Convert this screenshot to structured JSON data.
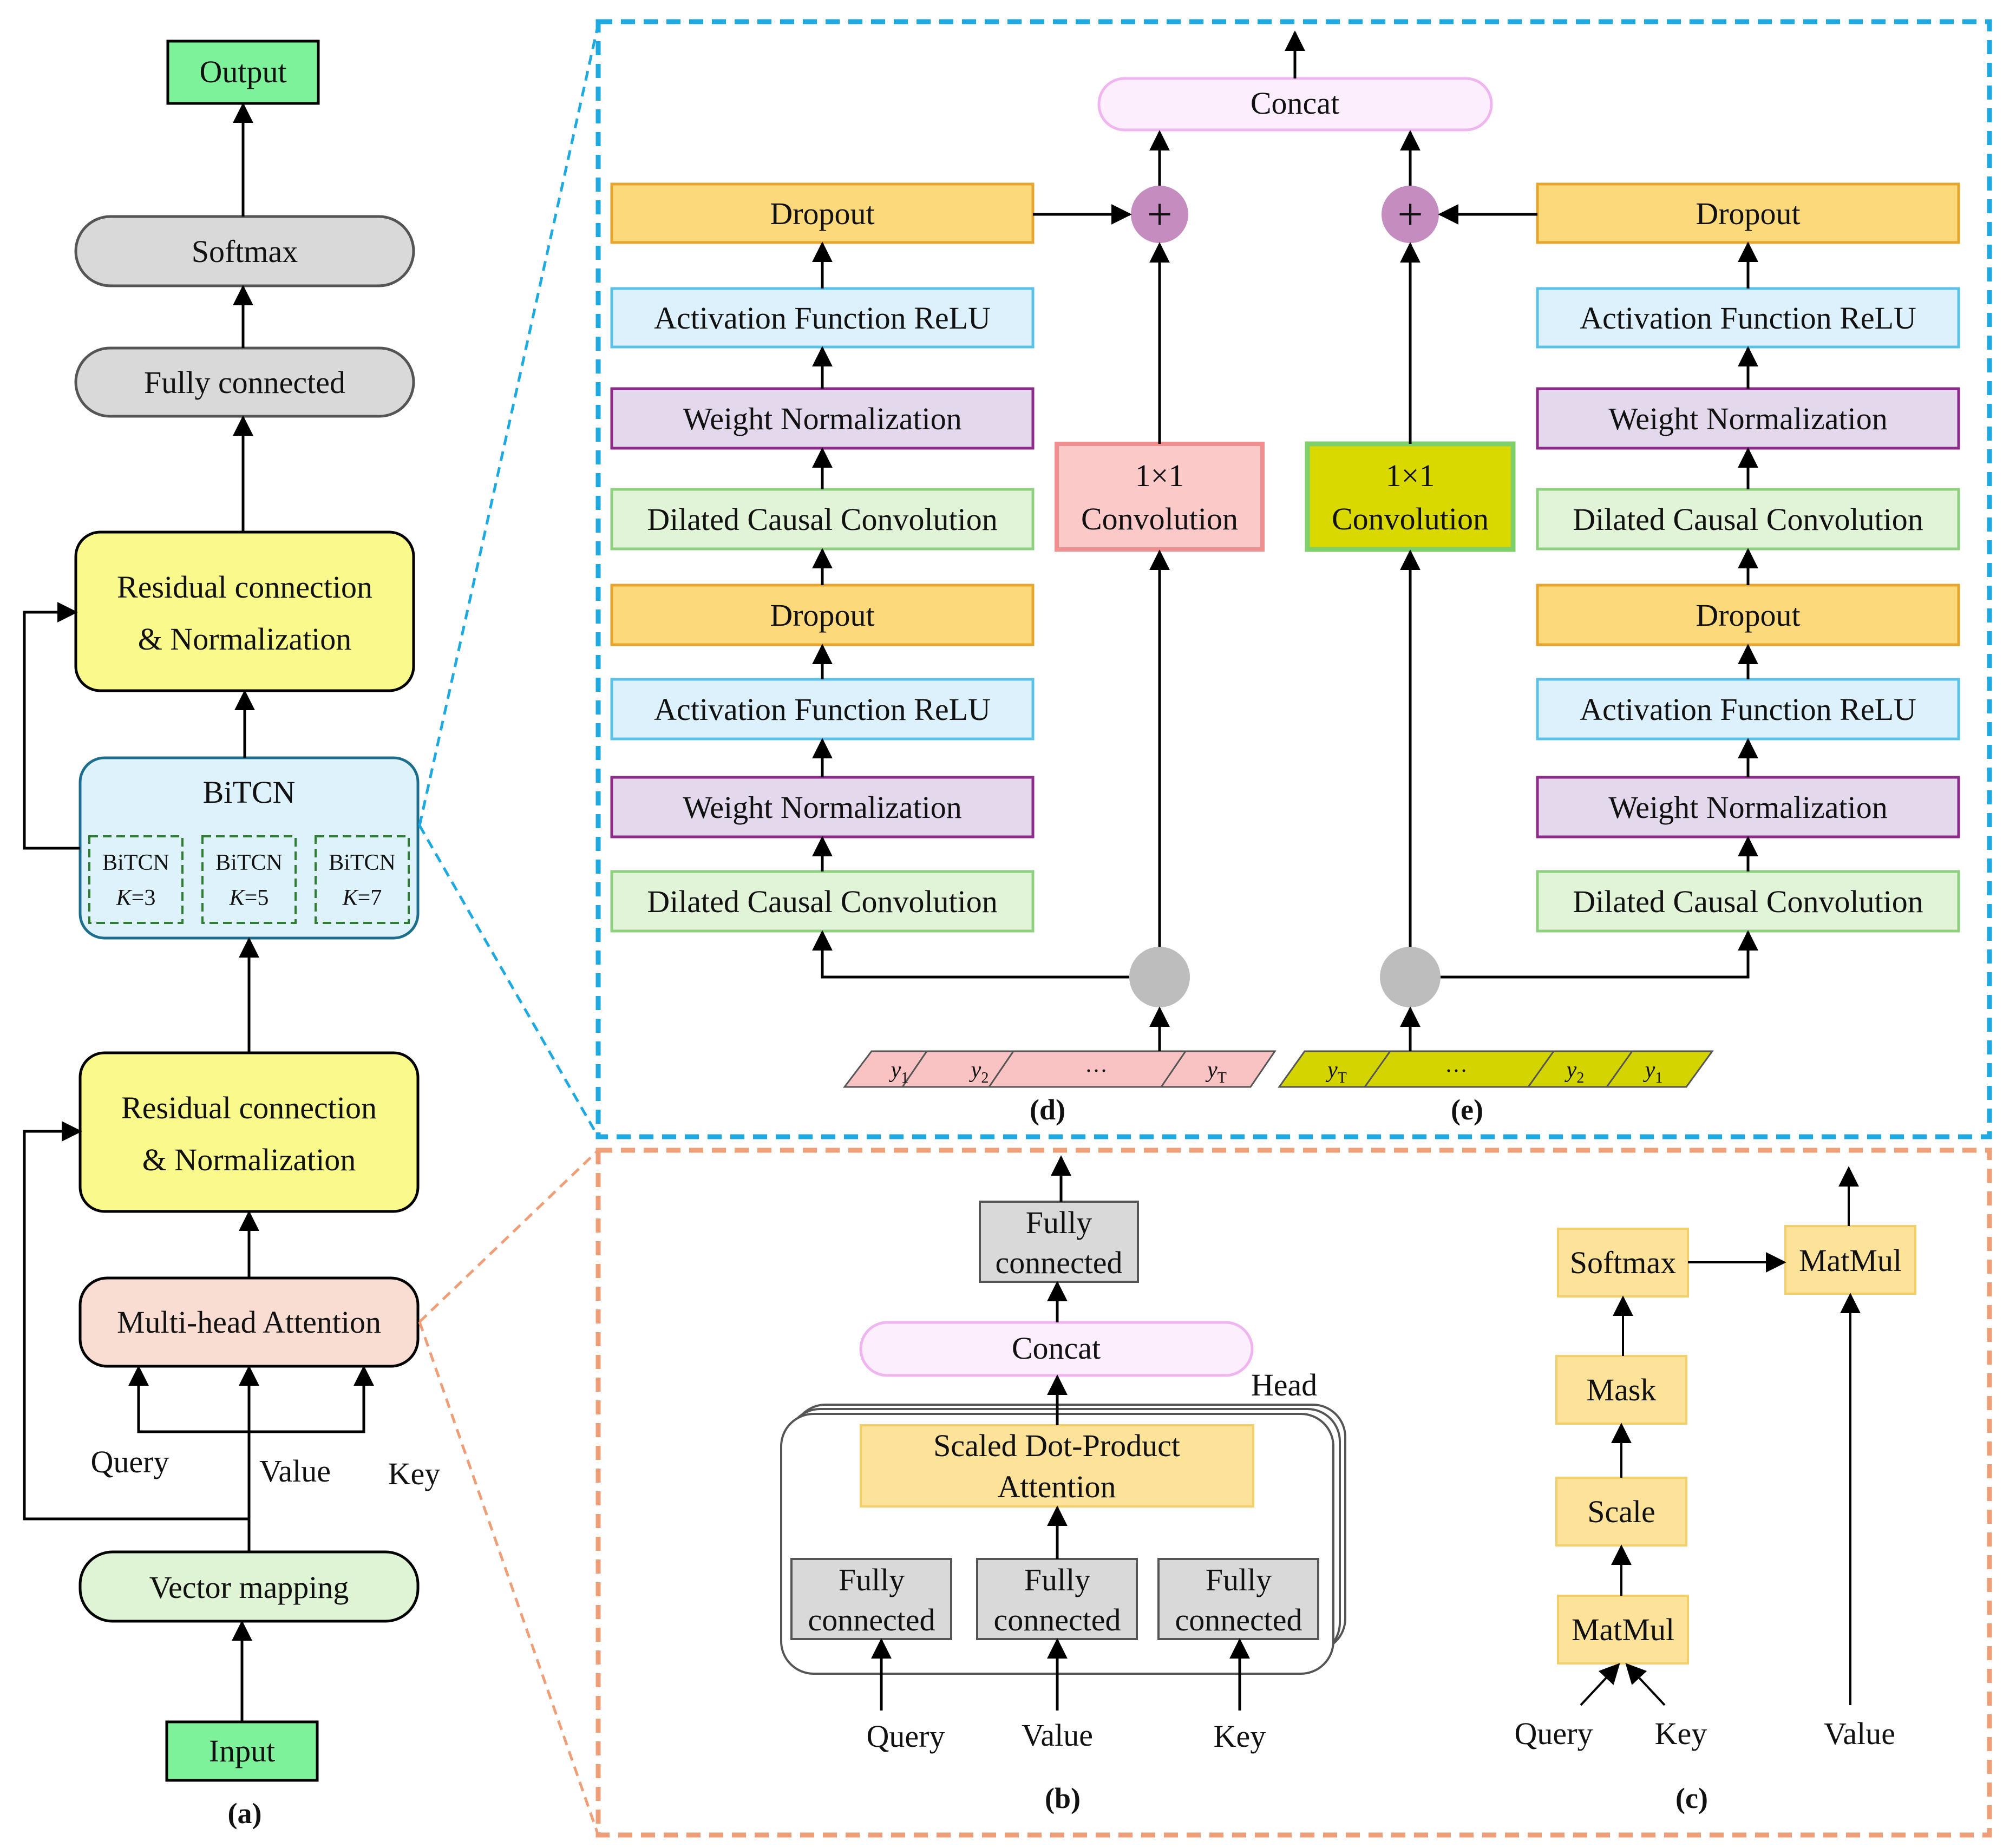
{
  "panel_a": {
    "output": "Output",
    "softmax": "Softmax",
    "fully_connected": "Fully connected",
    "residual_top_line1": "Residual connection",
    "residual_top_line2": "& Normalization",
    "bitcn": "BiTCN",
    "sub_bitcn": [
      {
        "name": "BiTCN",
        "k_var": "K",
        "k_val": "=3"
      },
      {
        "name": "BiTCN",
        "k_var": "K",
        "k_val": "=5"
      },
      {
        "name": "BiTCN",
        "k_var": "K",
        "k_val": "=7"
      }
    ],
    "residual_bottom_line1": "Residual connection",
    "residual_bottom_line2": "& Normalization",
    "multihead": "Multi-head Attention",
    "query": "Query",
    "value": "Value",
    "key": "Key",
    "vector_mapping": "Vector mapping",
    "input": "Input",
    "caption": "(a)"
  },
  "panel_d": {
    "concat": "Concat",
    "dropout": "Dropout",
    "relu": "Activation Function ReLU",
    "weight_norm": "Weight Normalization",
    "dilated_conv": "Dilated Causal Convolution",
    "conv_line1": "1×1",
    "conv_line2": "Convolution",
    "plus": "+",
    "sequence": [
      {
        "var": "y",
        "sub": "1"
      },
      {
        "var": "y",
        "sub": "2"
      },
      {
        "var": "…",
        "sub": ""
      },
      {
        "var": "y",
        "sub": "T"
      }
    ],
    "caption": "(d)"
  },
  "panel_e": {
    "dropout": "Dropout",
    "relu": "Activation Function ReLU",
    "weight_norm": "Weight Normalization",
    "dilated_conv": "Dilated Causal Convolution",
    "conv_line1": "1×1",
    "conv_line2": "Convolution",
    "plus": "+",
    "sequence": [
      {
        "var": "y",
        "sub": "T"
      },
      {
        "var": "…",
        "sub": ""
      },
      {
        "var": "y",
        "sub": "2"
      },
      {
        "var": "y",
        "sub": "1"
      }
    ],
    "caption": "(e)"
  },
  "panel_b": {
    "fully_connected_line1": "Fully",
    "fully_connected_line2": "connected",
    "concat": "Concat",
    "head": "Head",
    "sdpa_line1": "Scaled Dot-Product",
    "sdpa_line2": "Attention",
    "fc_line1": "Fully",
    "fc_line2": "connected",
    "query": "Query",
    "value": "Value",
    "key": "Key",
    "caption": "(b)"
  },
  "panel_c": {
    "softmax": "Softmax",
    "matmul_top": "MatMul",
    "mask": "Mask",
    "scale": "Scale",
    "matmul_bottom": "MatMul",
    "query": "Query",
    "key": "Key",
    "value": "Value",
    "caption": "(c)"
  },
  "colors": {
    "green_io": "#7ef29a",
    "gray_box": "#d9d9d9",
    "yellow_res": "#fafa8c",
    "bitcn_fill": "#ddf2fb",
    "bitcn_stroke": "#1c6e8c",
    "mha_fill": "#f9ddd2",
    "vector_fill": "#dff4d4",
    "dropout_fill": "#fcd97a",
    "dropout_stroke": "#e6a52c",
    "relu_fill": "#dcf1fb",
    "relu_stroke": "#5bc2e7",
    "wn_fill": "#e4d9ec",
    "wn_stroke": "#8e2a8a",
    "dcc_fill": "#e2f4d8",
    "dcc_stroke": "#8fd080",
    "concat_fill": "#fdeefd",
    "concat_stroke": "#f0b4f0",
    "plus_fill": "#c58cc0",
    "conv_pink_fill": "#fcc9c9",
    "conv_pink_stroke": "#f08f8f",
    "conv_yellow_fill": "#d9d900",
    "conv_yellow_stroke": "#7fcf6a",
    "seq_pink": "#f9c3c3",
    "seq_yellow": "#d4d400",
    "blue_dash": "#1ea9e1",
    "orange_dash": "#ee9f78",
    "attn_fill": "#fde39a",
    "attn_stroke": "#f3cf6a"
  }
}
